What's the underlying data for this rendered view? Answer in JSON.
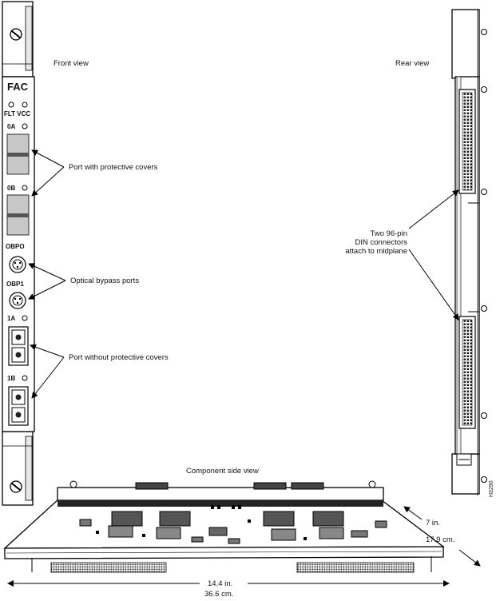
{
  "views": {
    "front": "Front view",
    "rear": "Rear view",
    "component": "Component side view"
  },
  "front_panel": {
    "title": "FAC",
    "led_labels": "FLT VCC",
    "port_0a": "0A",
    "port_0b": "0B",
    "bypass_0": "OBPO",
    "bypass_1": "OBP1",
    "port_1a": "1A",
    "port_1b": "1B"
  },
  "callouts": {
    "protective": "Port with protective covers",
    "bypass": "Optical bypass ports",
    "without": "Port without protective covers",
    "connectors_line1": "Two 96-pin",
    "connectors_line2": "DIN connectors",
    "connectors_line3": "attach to midplane"
  },
  "dimensions": {
    "depth_in": "7 in.",
    "depth_cm": "17.9 cm.",
    "width_in": "14.4 in.",
    "width_cm": "36.6 cm."
  },
  "figure_id": "H3290"
}
